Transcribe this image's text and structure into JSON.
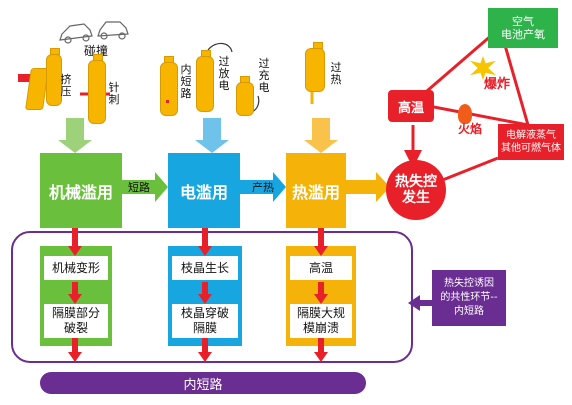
{
  "top": {
    "collision": "碰撞",
    "squeeze": "挤压",
    "needle": "针刺",
    "internal_short": "内短路",
    "over_discharge": "过放电",
    "over_charge": "过充电",
    "overheat": "过热"
  },
  "abuse": {
    "mechanical": "机械滥用",
    "electrical": "电滥用",
    "thermal": "热滥用",
    "link_short": "短路",
    "link_heat": "产热"
  },
  "runaway": {
    "label": "热失控发生",
    "high_temp": "高温",
    "air": "空气",
    "air2": "电池产氧",
    "explosion": "爆炸",
    "fire": "火焰",
    "gas": "电解液蒸气\n其他可燃气体"
  },
  "steps": {
    "mech_1": "机械变形",
    "mech_2": "隔膜部分\n破裂",
    "elec_1": "枝晶生长",
    "elec_2": "枝晶穿破\n隔膜",
    "therm_1": "高温",
    "therm_2": "隔膜大规\n模崩溃"
  },
  "common": "热失控诱因\n的共性环节--\n内短路",
  "bottom": "内短路",
  "colors": {
    "green": "#6abf3d",
    "blue": "#18a6e0",
    "orange": "#f5b30a",
    "red": "#e8202a",
    "purple": "#6a2d91",
    "battery": "#f7b500"
  }
}
